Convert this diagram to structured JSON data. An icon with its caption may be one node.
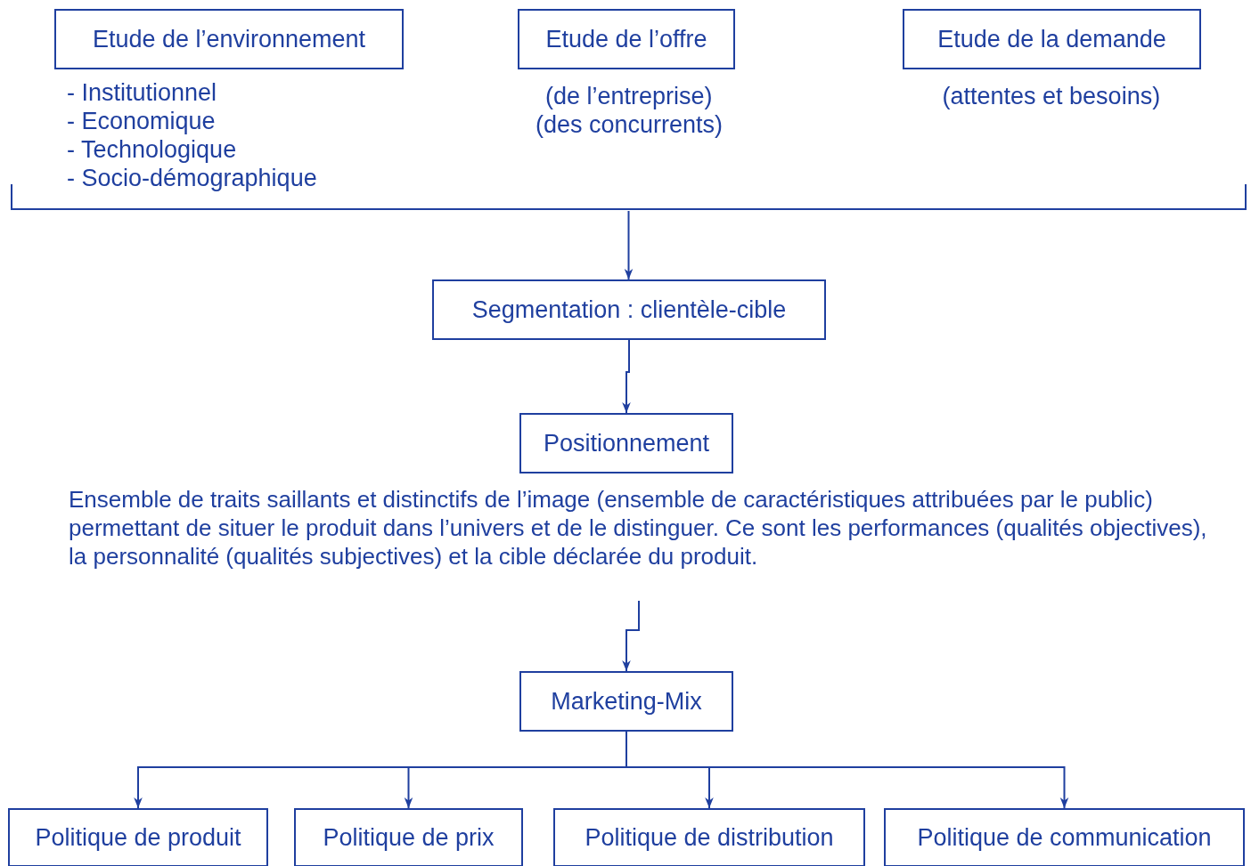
{
  "diagram": {
    "nodes": [
      {
        "text": [
          "Etude de l’environnement"
        ],
        "beside": [
          "- Institutionnel",
          "- Economique",
          "- Technologique",
          "- Socio-démographique"
        ]
      },
      {
        "text": [
          "Etude de l’offre"
        ],
        "beside": [
          "(de l’entreprise)",
          "(des concurrents)"
        ]
      },
      {
        "text": [
          "Etude de la demande"
        ],
        "beside": [
          "(attentes et besoins)"
        ]
      },
      {
        "text": [],
        "shape": "bar"
      },
      {
        "text": [
          "Segmentation : clientèle-cible"
        ]
      },
      {
        "text": [
          "Positionnement"
        ]
      },
      {
        "text": [
          "Ensemble de traits saillants et distinctifs de l’image (ensemble de caractéristiques attribuées par le public) permettant de situer le produit dans l’univers et de le distinguer. Ce sont les performances (qualités objectives), la personnalité (qualités subjectives) et la cible déclarée du produit."
        ]
      },
      {
        "text": [
          "Marketing-Mix"
        ]
      },
      {
        "text": [
          "Politique de produit"
        ]
      },
      {
        "text": [
          "Politique de prix"
        ]
      },
      {
        "text": [
          "Politique de distribution"
        ]
      },
      {
        "text": [
          "Politique de communication"
        ]
      }
    ],
    "edges": [
      {
        "from": 3,
        "to": 4,
        "arrow": "to"
      },
      {
        "from": 4,
        "to": 5,
        "arrow": "to"
      },
      {
        "from": 6,
        "to": 7,
        "arrow": "to"
      },
      {
        "from": 7,
        "to": 8,
        "arrow": "to"
      },
      {
        "from": 7,
        "to": 9,
        "arrow": "to"
      },
      {
        "from": 7,
        "to": 10,
        "arrow": "to"
      },
      {
        "from": 7,
        "to": 11,
        "arrow": "to"
      }
    ]
  }
}
